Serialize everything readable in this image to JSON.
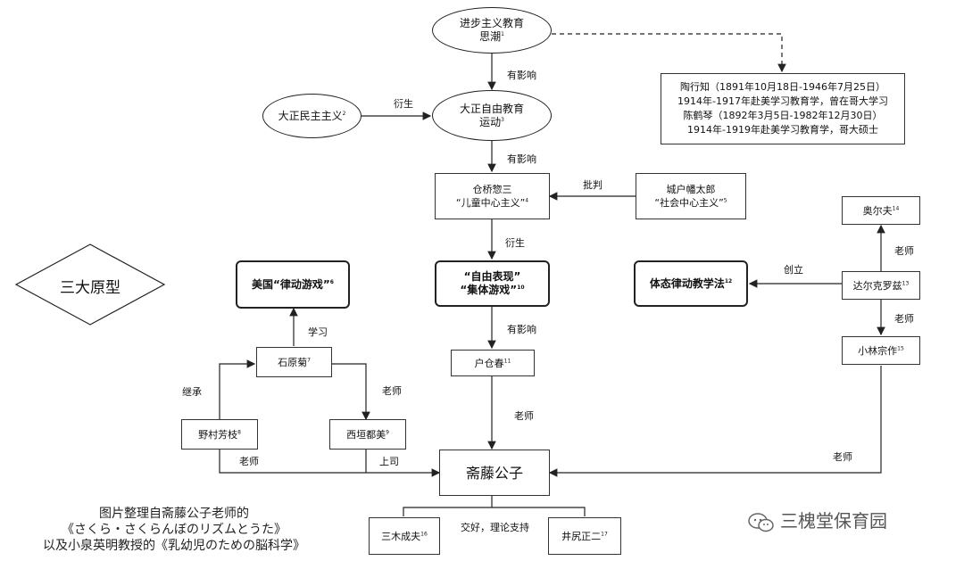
{
  "nodes": {
    "progressive": {
      "text": "进步主义教育",
      "text2": "思潮",
      "sup": "1"
    },
    "taisho_democracy": {
      "text": "大正民主主义",
      "sup": "2"
    },
    "taisho_free": {
      "text": "大正自由教育",
      "text2": "运动",
      "sup": "3"
    },
    "kurahashi": {
      "text": "仓桥惣三",
      "text2": "“儿童中心主义”",
      "sup": "4"
    },
    "kido": {
      "text": "城户幡太郎",
      "text2": "“社会中心主义”",
      "sup": "5"
    },
    "free_expression": {
      "text": "“自由表现”",
      "text2": "“集体游戏”",
      "sup": "10"
    },
    "eurhythmics_method": {
      "text": "体态律动教学法",
      "sup": "12"
    },
    "us_rhythm": {
      "text": "美国“律动游戏”",
      "sup": "6"
    },
    "orff": {
      "text": "奥尔夫",
      "sup": "14"
    },
    "dalcroze": {
      "text": "达尔克罗兹",
      "sup": "13"
    },
    "kobayashi": {
      "text": "小林宗作",
      "sup": "15"
    },
    "ishihara": {
      "text": "石原菊",
      "sup": "7"
    },
    "tokura": {
      "text": "户仓春",
      "sup": "11"
    },
    "nomura": {
      "text": "野村芳枝",
      "sup": "8"
    },
    "nishigaki": {
      "text": "西垣都美",
      "sup": "9"
    },
    "saito": {
      "text": "斋藤公子"
    },
    "miki": {
      "text": "三木成夫",
      "sup": "16"
    },
    "ijiri": {
      "text": "井尻正二",
      "sup": "17"
    },
    "three_types": {
      "text": "三大原型"
    },
    "tao": {
      "lines": [
        "陶行知（1891年10月18日-1946年7月25日）",
        "1914年-1917年赴美学习教育学，曾在哥大学习",
        "陈鹤琴（1892年3月5日-1982年12月30日）",
        "1914年-1919年赴美学习教育学，哥大硕士"
      ]
    }
  },
  "edges": {
    "influence1": "有影响",
    "derive1": "衍生",
    "influence2": "有影响",
    "critique": "批判",
    "derive2": "衍生",
    "influence3": "有影响",
    "create": "创立",
    "teacher_orff": "老师",
    "teacher_kobayashi": "老师",
    "learn": "学习",
    "inherit": "继承",
    "teacher_nishigaki": "老师",
    "teacher_tokura": "老师",
    "teacher_nomura": "老师",
    "superior": "上司",
    "teacher_kobayashi_saito": "老师",
    "friendship": "交好，理论支持"
  },
  "footer": {
    "line1": "图片整理自斋藤公子老师的",
    "line2": "《さくら・さくらんぼのリズムとうた》",
    "line3": "以及小泉英明教授的《乳幼児のための脳科学》"
  },
  "watermark": {
    "text": "三槐堂保育园",
    "icon": "wechat-icon"
  }
}
